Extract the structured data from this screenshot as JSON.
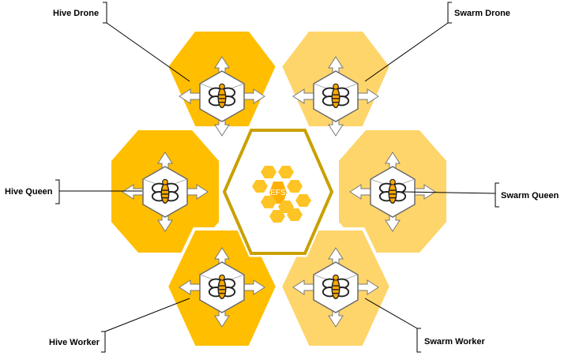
{
  "labels": {
    "hive_drone": "Hive Drone",
    "swarm_drone": "Swarm Drone",
    "hive_queen": "Hive Queen",
    "swarm_queen": "Swarm Queen",
    "hive_worker": "Hive Worker",
    "swarm_worker": "Swarm Worker",
    "center": "EFS"
  },
  "colors": {
    "hive": "#FFBE00",
    "swarm": "#FED56B",
    "center_border": "#C9A000",
    "efs_cell": "#FEC425",
    "bee_body": "#FFA800",
    "node_fill": "#FFFFFF",
    "node_stroke": "#6B6B6B"
  }
}
